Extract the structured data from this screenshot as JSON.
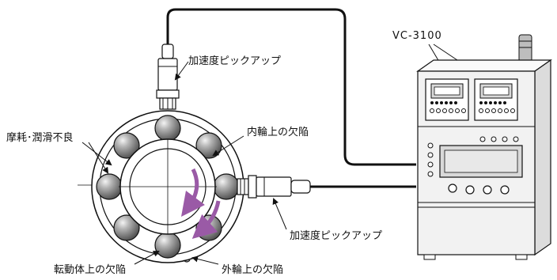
{
  "labels": {
    "pickup_top": "加速度ピックアップ",
    "pickup_bottom": "加速度ピックアップ",
    "wear": "摩耗･潤滑不良",
    "inner_defect": "内輪上の欠陥",
    "rolling_defect": "転動体上の欠陥",
    "outer_defect": "外輪上の欠陥",
    "instrument": "VC-3100"
  },
  "colors": {
    "line": "#111111",
    "ball_fill": "#8a8a8a",
    "cabinet_fill": "#f2f2f2",
    "arrow_purple": "#9a5aa6",
    "screen_fill": "#d9d9d9"
  },
  "icons": {
    "rotation": "curved-arrow-icon",
    "signal_tower": "signal-tower-icon"
  }
}
